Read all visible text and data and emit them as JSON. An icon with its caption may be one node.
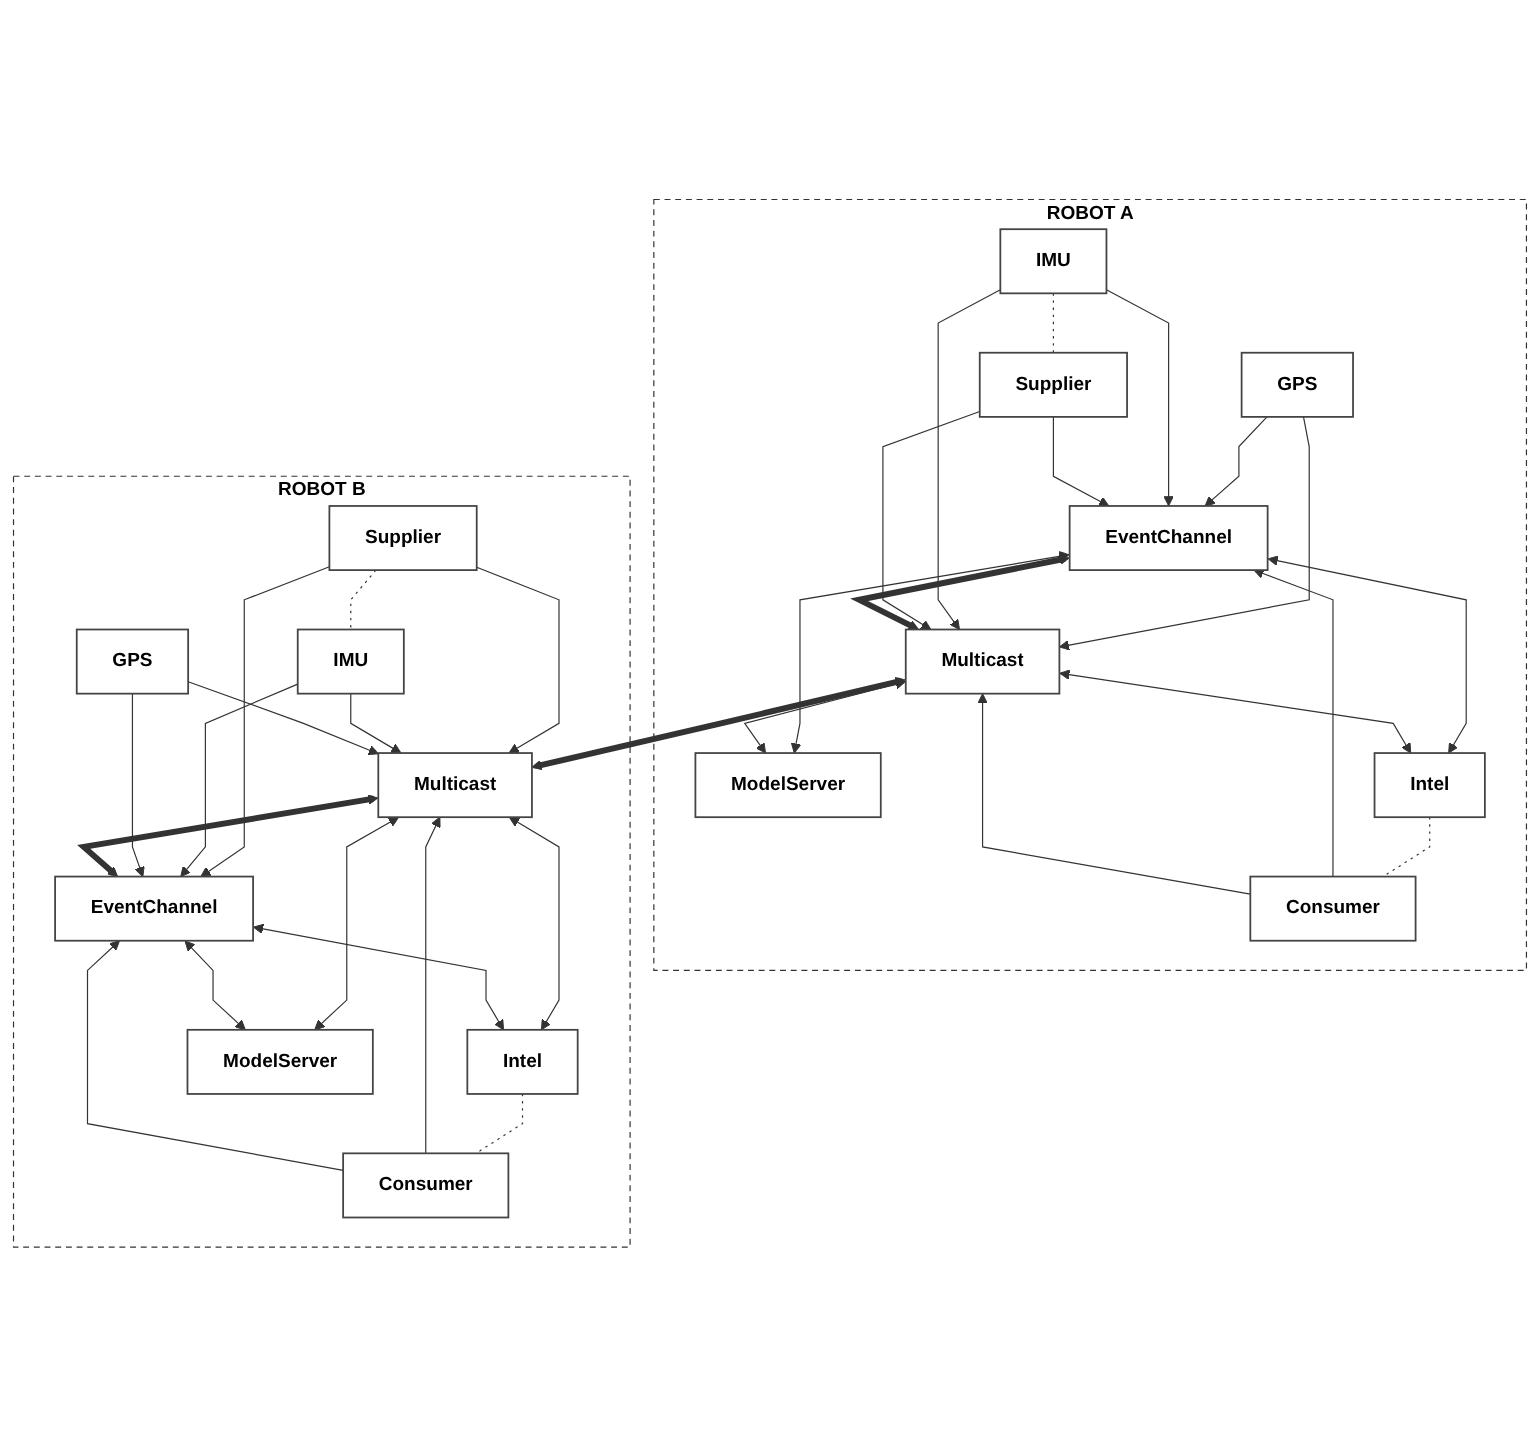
{
  "diagram": {
    "nodes": [
      {
        "text": [
          "ROBOT A"
        ]
      },
      {
        "text": [
          "GPS"
        ],
        "in": 0
      },
      {
        "text": [
          "EventChannel"
        ],
        "in": 0
      },
      {
        "text": [
          "ModelServer"
        ],
        "in": 0
      },
      {
        "text": [
          "IMU"
        ],
        "in": 0
      },
      {
        "text": [
          "Intel"
        ],
        "in": 0
      },
      {
        "text": [
          "Supplier"
        ],
        "in": 0
      },
      {
        "text": [
          "Multicast"
        ],
        "in": 0
      },
      {
        "text": [
          "Consumer"
        ],
        "in": 0
      },
      {
        "text": [
          "ROBOT B"
        ]
      },
      {
        "text": [
          "Supplier"
        ],
        "in": 9
      },
      {
        "text": [
          "Multicast"
        ],
        "in": 9
      },
      {
        "text": [
          "Consumer"
        ],
        "in": 9
      },
      {
        "text": [
          "IMU"
        ],
        "in": 9
      },
      {
        "text": [
          "Intel"
        ],
        "in": 9
      },
      {
        "text": [
          "GPS"
        ],
        "in": 9
      },
      {
        "text": [
          "EventChannel"
        ],
        "in": 9
      },
      {
        "text": [
          "ModelServer"
        ],
        "in": 9
      }
    ],
    "edges": [
      {
        "from": 1,
        "to": 2,
        "arrow": "to"
      },
      {
        "from": 1,
        "to": 7,
        "arrow": "to"
      },
      {
        "from": 4,
        "to": 2,
        "arrow": "to"
      },
      {
        "from": 4,
        "to": 7,
        "arrow": "to"
      },
      {
        "from": 6,
        "to": 2,
        "arrow": "to"
      },
      {
        "from": 6,
        "to": 7,
        "arrow": "to"
      },
      {
        "from": 4,
        "to": 6,
        "arrow": "none",
        "style": "dashed"
      },
      {
        "from": 2,
        "to": 7,
        "arrow": "both",
        "style": "thick"
      },
      {
        "from": 2,
        "to": 3,
        "arrow": "both"
      },
      {
        "from": 2,
        "to": 5,
        "arrow": "both"
      },
      {
        "from": 7,
        "to": 3,
        "arrow": "both"
      },
      {
        "from": 7,
        "to": 5,
        "arrow": "both"
      },
      {
        "from": 8,
        "to": 2,
        "arrow": "to"
      },
      {
        "from": 8,
        "to": 7,
        "arrow": "to"
      },
      {
        "from": 5,
        "to": 8,
        "arrow": "none",
        "style": "dashed"
      },
      {
        "from": 7,
        "to": 11,
        "arrow": "both",
        "style": "thick"
      },
      {
        "from": 10,
        "to": 11,
        "arrow": "to"
      },
      {
        "from": 10,
        "to": 16,
        "arrow": "to"
      },
      {
        "from": 13,
        "to": 11,
        "arrow": "to"
      },
      {
        "from": 13,
        "to": 16,
        "arrow": "to"
      },
      {
        "from": 15,
        "to": 11,
        "arrow": "to"
      },
      {
        "from": 15,
        "to": 16,
        "arrow": "to"
      },
      {
        "from": 10,
        "to": 13,
        "arrow": "none",
        "style": "dashed"
      },
      {
        "from": 11,
        "to": 16,
        "arrow": "both",
        "style": "thick"
      },
      {
        "from": 12,
        "to": 11,
        "arrow": "to"
      },
      {
        "from": 12,
        "to": 16,
        "arrow": "to"
      },
      {
        "from": 11,
        "to": 14,
        "arrow": "both"
      },
      {
        "from": 11,
        "to": 17,
        "arrow": "both"
      },
      {
        "from": 16,
        "to": 14,
        "arrow": "both"
      },
      {
        "from": 16,
        "to": 17,
        "arrow": "both"
      },
      {
        "from": 14,
        "to": 12,
        "arrow": "none",
        "style": "dashed"
      }
    ]
  }
}
